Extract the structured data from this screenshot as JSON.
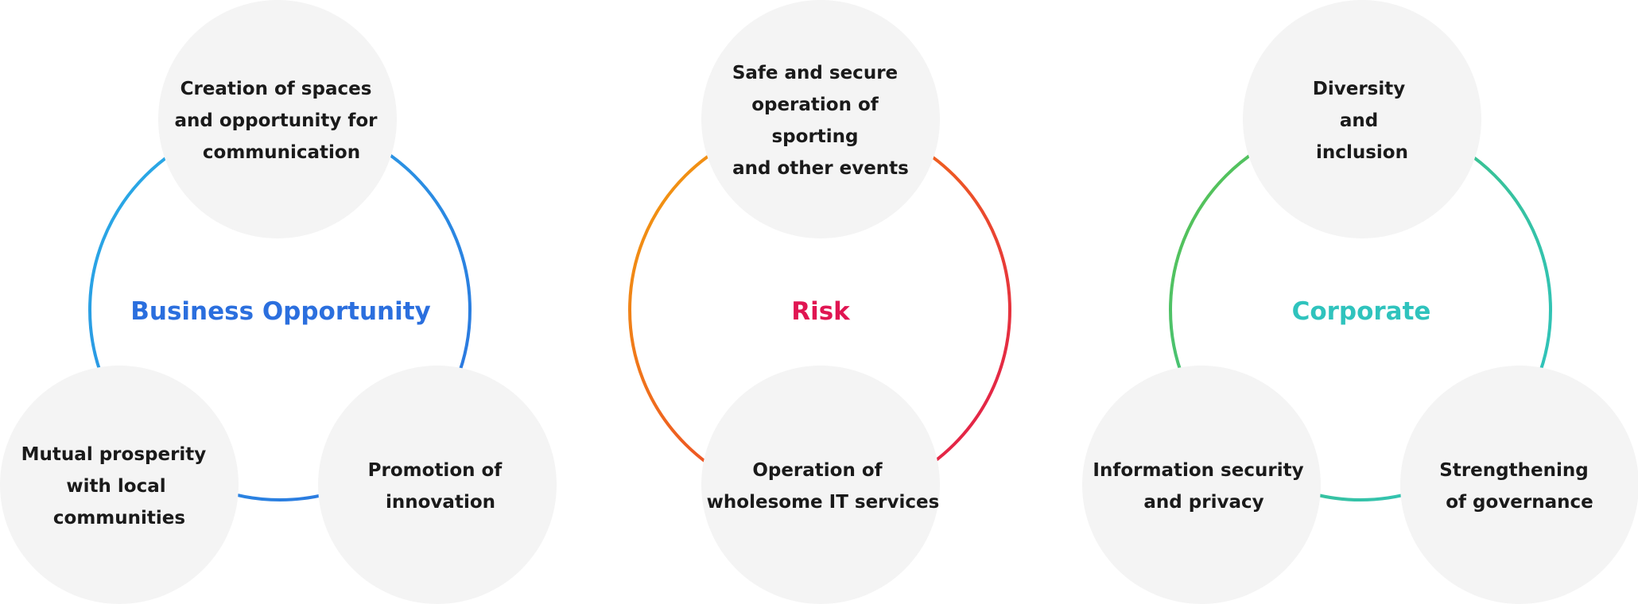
{
  "groups": [
    {
      "title": "Business Opportunity",
      "title_color": "#2b6fde",
      "ring_colors": [
        "#29b0e6",
        "#2a8fe3",
        "#2b6fde"
      ],
      "nodes": [
        {
          "lines": [
            "Creation of spaces",
            "and opportunity for",
            "communication"
          ]
        },
        {
          "lines": [
            "Mutual prosperity",
            "with local",
            "communities"
          ]
        },
        {
          "lines": [
            "Promotion of",
            "innovation"
          ]
        }
      ]
    },
    {
      "title": "Risk",
      "title_color": "#e01552",
      "ring_colors": [
        "#f2a20e",
        "#ee5a22",
        "#e01552"
      ],
      "nodes": [
        {
          "lines": [
            "Safe and secure",
            "operation of",
            "sporting",
            "and other events"
          ]
        },
        {
          "lines": [
            "Operation of",
            "wholesome IT services"
          ]
        }
      ]
    },
    {
      "title": "Corporate",
      "title_color": "#2fc3bd",
      "ring_colors": [
        "#5cc24a",
        "#3bc28e",
        "#2fc3bd"
      ],
      "nodes": [
        {
          "lines": [
            "Diversity",
            "and",
            "inclusion"
          ]
        },
        {
          "lines": [
            "Information security",
            "and privacy"
          ]
        },
        {
          "lines": [
            "Strengthening",
            "of governance"
          ]
        }
      ]
    }
  ]
}
